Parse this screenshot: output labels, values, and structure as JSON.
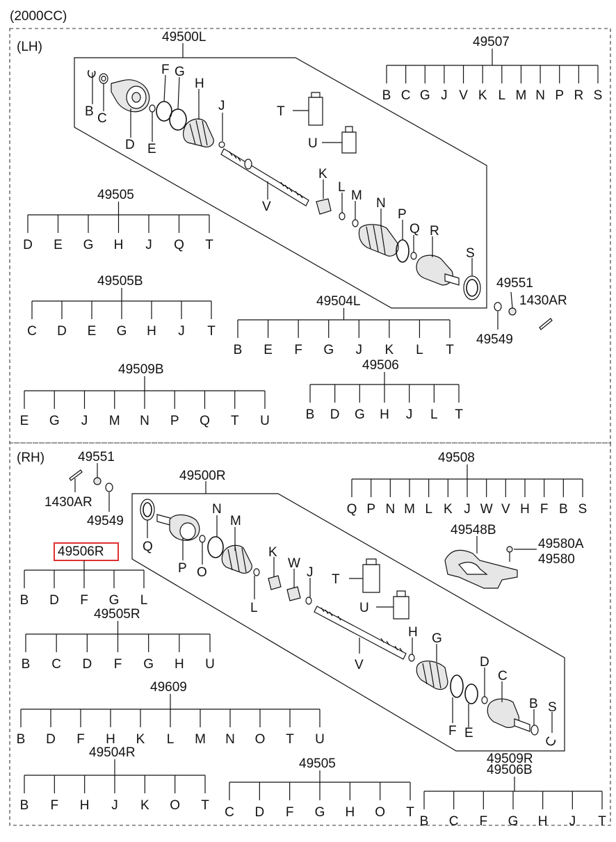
{
  "header": "(2000CC)",
  "sections": {
    "lh": "(LH)",
    "rh": "(RH)"
  },
  "highlight_color": "#e03030",
  "assemblies": {
    "lh_main": "49500L",
    "rh_main": "49500R"
  },
  "standalone_labels": {
    "lh_49551": "49551",
    "lh_1430AR": "1430AR",
    "lh_49549": "49549",
    "rh_49551": "49551",
    "rh_1430AR": "1430AR",
    "rh_49549": "49549",
    "rh_49548B": "49548B",
    "rh_49580A": "49580A",
    "rh_49580": "49580"
  },
  "lh_callouts": [
    "B",
    "C",
    "D",
    "E",
    "F",
    "G",
    "H",
    "J",
    "V",
    "T",
    "U",
    "K",
    "L",
    "M",
    "N",
    "P",
    "Q",
    "R",
    "S"
  ],
  "rh_callouts": [
    "Q",
    "P",
    "O",
    "N",
    "M",
    "K",
    "L",
    "W",
    "J",
    "T",
    "U",
    "V",
    "H",
    "G",
    "F",
    "E",
    "D",
    "C",
    "B",
    "S"
  ],
  "kits": [
    {
      "id": "49507",
      "items": [
        "B",
        "C",
        "G",
        "J",
        "V",
        "K",
        "L",
        "M",
        "N",
        "P",
        "R",
        "S"
      ]
    },
    {
      "id": "49505",
      "items": [
        "D",
        "E",
        "G",
        "H",
        "J",
        "Q",
        "T"
      ]
    },
    {
      "id": "49505B",
      "items": [
        "C",
        "D",
        "E",
        "G",
        "H",
        "J",
        "T"
      ]
    },
    {
      "id": "49504L",
      "items": [
        "B",
        "E",
        "F",
        "G",
        "J",
        "K",
        "L",
        "T"
      ]
    },
    {
      "id": "49509B",
      "items": [
        "E",
        "G",
        "J",
        "M",
        "N",
        "P",
        "Q",
        "T",
        "U"
      ]
    },
    {
      "id": "49506",
      "items": [
        "B",
        "D",
        "G",
        "H",
        "J",
        "L",
        "T"
      ]
    },
    {
      "id": "49508",
      "items": [
        "Q",
        "P",
        "N",
        "M",
        "L",
        "K",
        "J",
        "W",
        "V",
        "H",
        "F",
        "B",
        "S"
      ]
    },
    {
      "id": "49506R",
      "items": [
        "B",
        "D",
        "F",
        "G",
        "L"
      ],
      "highlighted": true
    },
    {
      "id": "49505R",
      "items": [
        "B",
        "C",
        "D",
        "F",
        "G",
        "H",
        "U"
      ]
    },
    {
      "id": "49609",
      "items": [
        "B",
        "D",
        "F",
        "H",
        "K",
        "L",
        "M",
        "N",
        "O",
        "T",
        "U"
      ]
    },
    {
      "id": "49504R",
      "items": [
        "B",
        "F",
        "H",
        "J",
        "K",
        "O",
        "T"
      ]
    },
    {
      "id": "49505",
      "items": [
        "C",
        "D",
        "F",
        "G",
        "H",
        "O",
        "T"
      ]
    },
    {
      "id": "49509R",
      "sublabel": "49506B",
      "items": [
        "B",
        "C",
        "F",
        "G",
        "H",
        "J",
        "T"
      ]
    }
  ]
}
